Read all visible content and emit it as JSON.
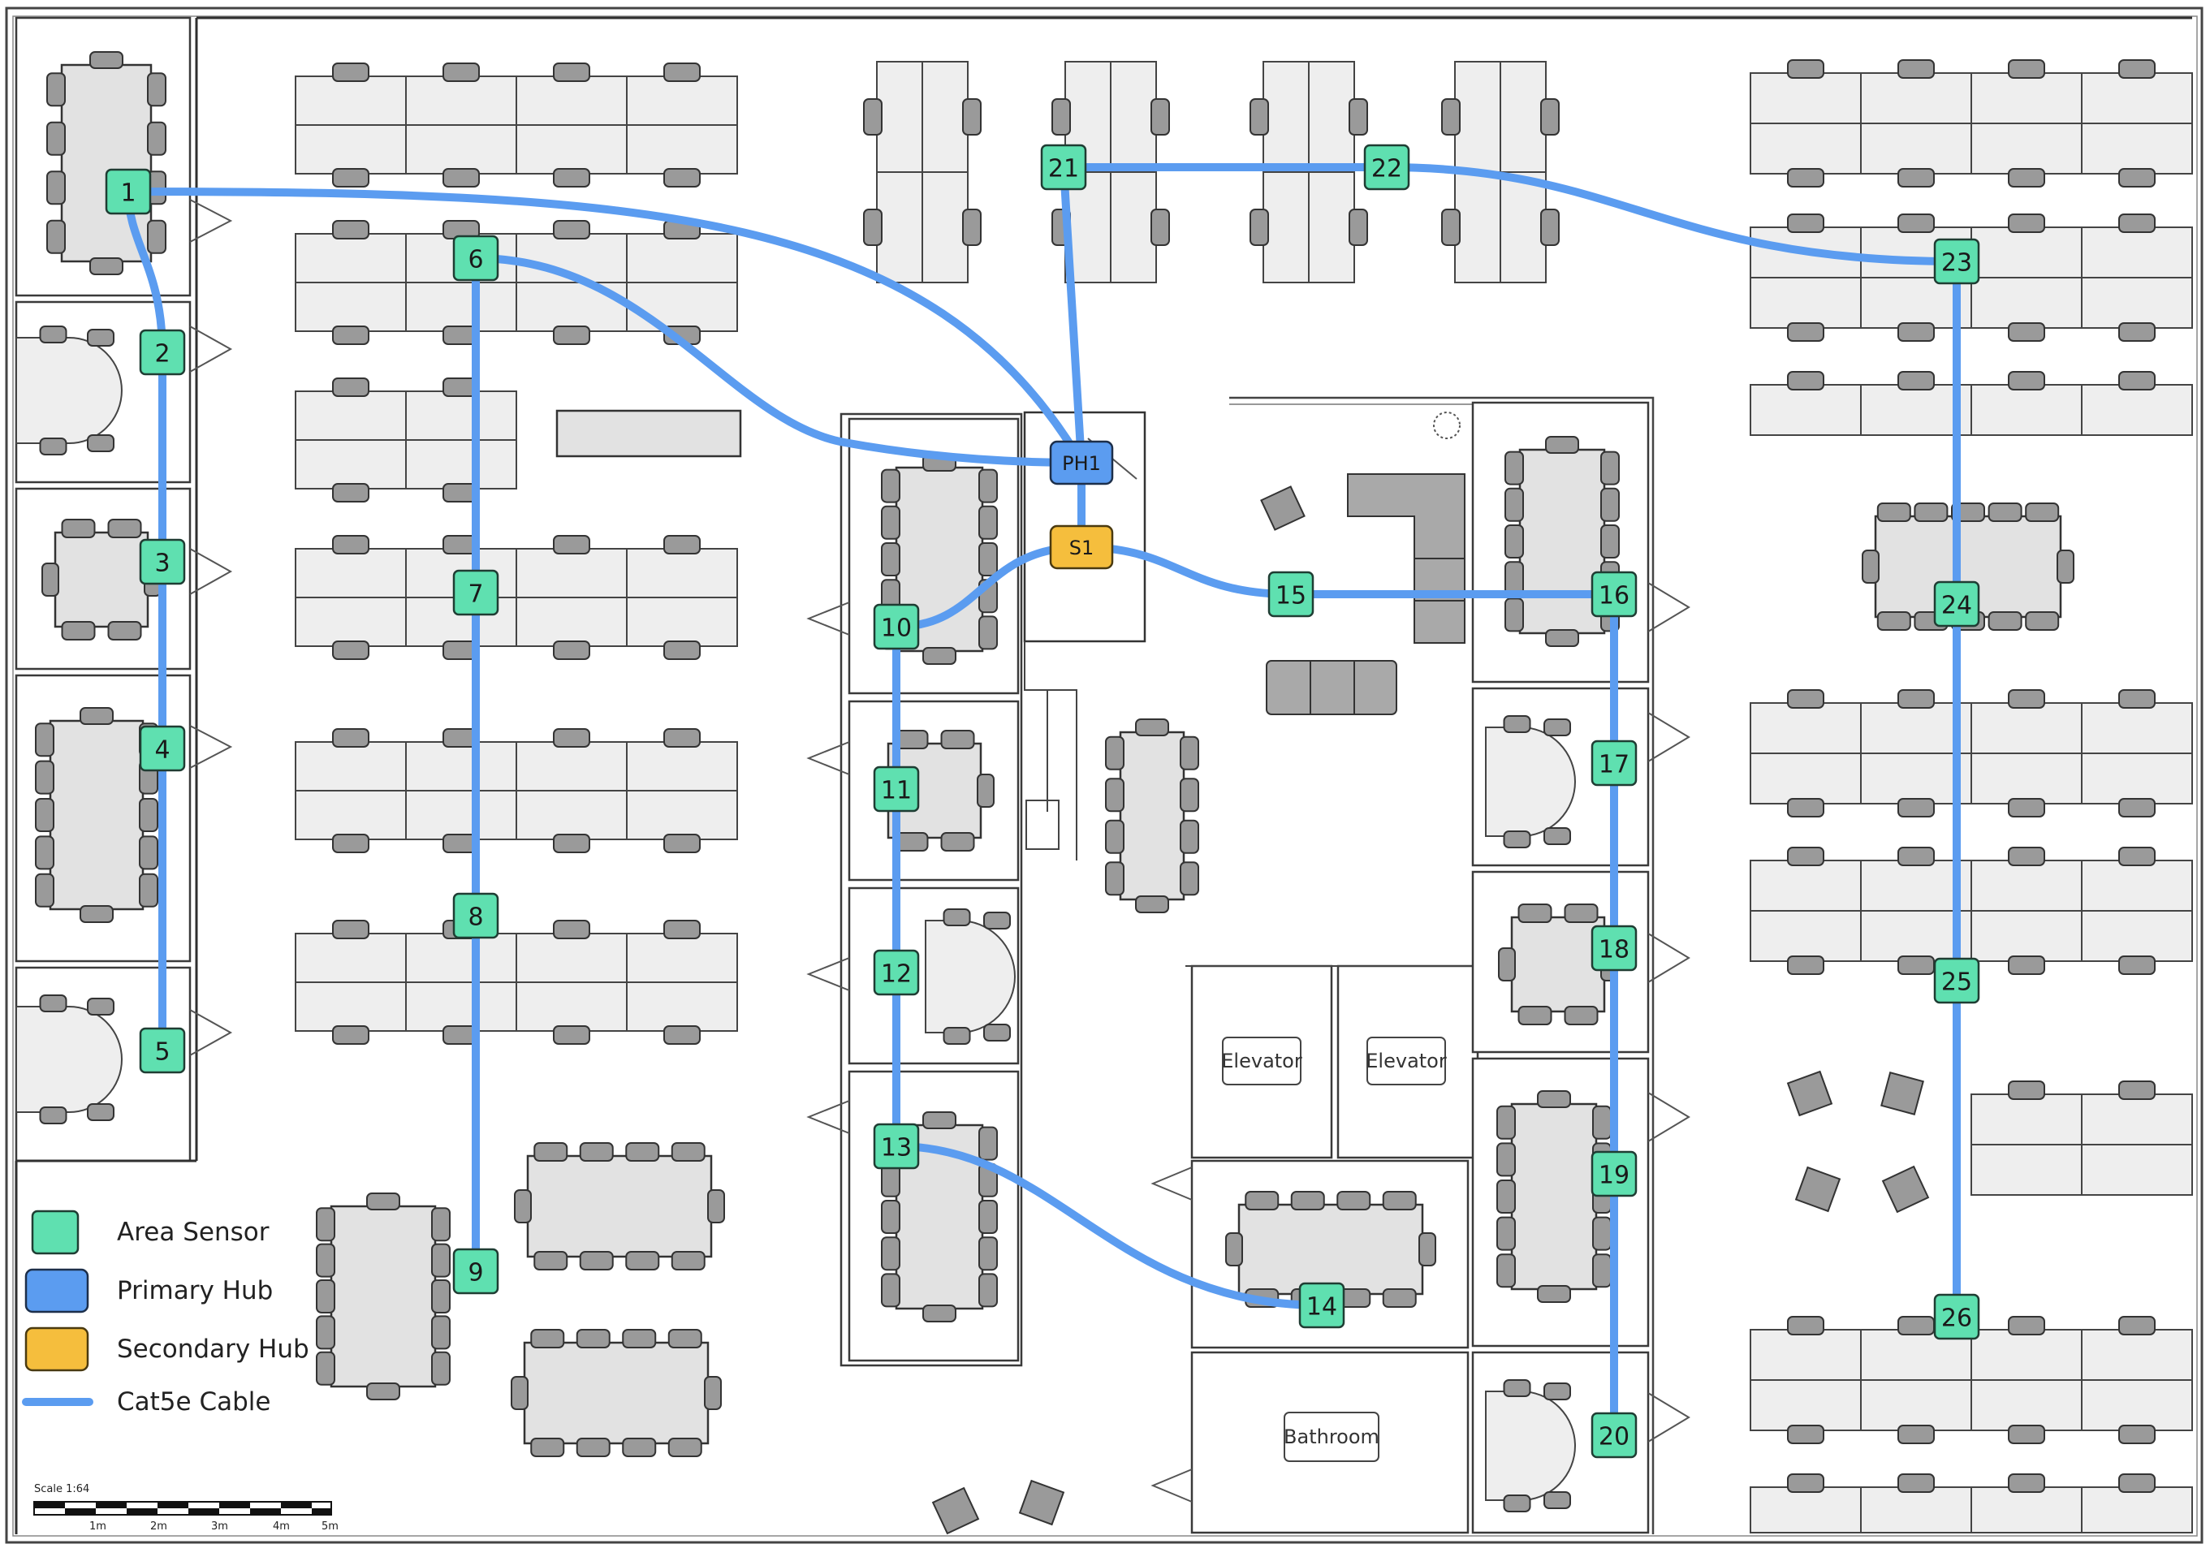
{
  "legend": {
    "area_sensor": "Area Sensor",
    "primary_hub": "Primary Hub",
    "secondary_hub": "Secondary Hub",
    "cable": "Cat5e Cable"
  },
  "colors": {
    "area_sensor": "#5fe0b0",
    "primary_hub": "#5b9cf0",
    "secondary_hub": "#f5be3d",
    "cable": "#5b9cf0"
  },
  "rooms": {
    "elevator_left": "Elevator",
    "elevator_right": "Elevator",
    "bathroom": "Bathroom"
  },
  "scale": {
    "title": "Scale 1:64",
    "ticks": [
      "1m",
      "2m",
      "3m",
      "4m",
      "5m"
    ]
  },
  "hubs": [
    {
      "id": "PH1",
      "type": "primary"
    },
    {
      "id": "S1",
      "type": "secondary"
    }
  ],
  "sensors": [
    "1",
    "2",
    "3",
    "4",
    "5",
    "6",
    "7",
    "8",
    "9",
    "10",
    "11",
    "12",
    "13",
    "14",
    "15",
    "16",
    "17",
    "18",
    "19",
    "20",
    "21",
    "22",
    "23",
    "24",
    "25",
    "26"
  ],
  "connections": [
    [
      "1",
      "PH1"
    ],
    [
      "1",
      "2"
    ],
    [
      "2",
      "3"
    ],
    [
      "3",
      "4"
    ],
    [
      "4",
      "5"
    ],
    [
      "6",
      "PH1"
    ],
    [
      "6",
      "7"
    ],
    [
      "7",
      "8"
    ],
    [
      "8",
      "9"
    ],
    [
      "21",
      "PH1"
    ],
    [
      "21",
      "22"
    ],
    [
      "22",
      "23"
    ],
    [
      "23",
      "24"
    ],
    [
      "24",
      "25"
    ],
    [
      "25",
      "26"
    ],
    [
      "PH1",
      "S1"
    ],
    [
      "S1",
      "10"
    ],
    [
      "S1",
      "15"
    ],
    [
      "15",
      "16"
    ],
    [
      "16",
      "17"
    ],
    [
      "17",
      "18"
    ],
    [
      "18",
      "19"
    ],
    [
      "19",
      "20"
    ],
    [
      "10",
      "11"
    ],
    [
      "11",
      "12"
    ],
    [
      "12",
      "13"
    ],
    [
      "13",
      "14"
    ]
  ]
}
